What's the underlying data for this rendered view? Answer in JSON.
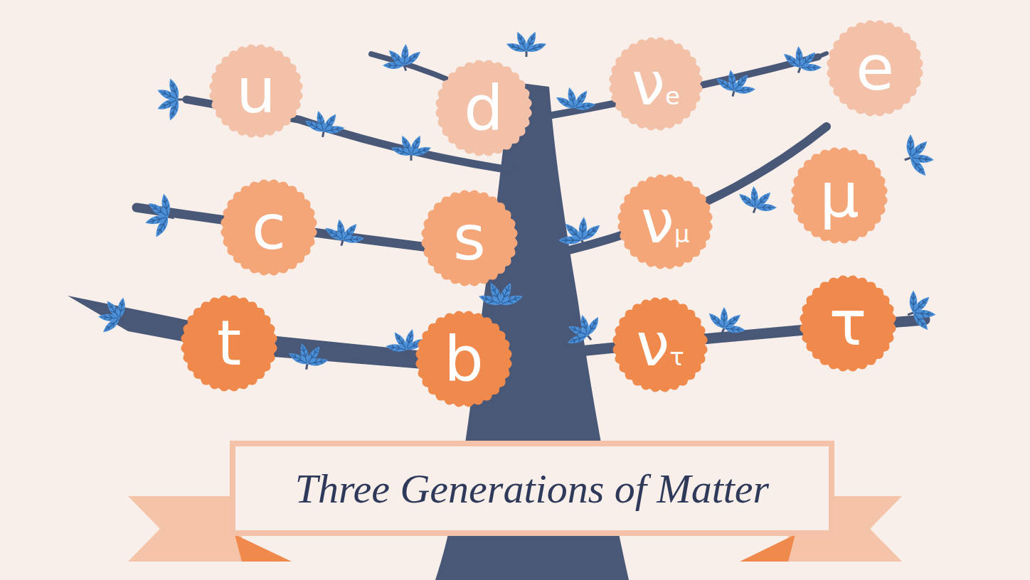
{
  "diagram": {
    "title": "Three Generations of Matter",
    "nodes": [
      {
        "text": [
          "u"
        ]
      },
      {
        "text": [
          "d"
        ]
      },
      {
        "text": [
          "νe"
        ]
      },
      {
        "text": [
          "e"
        ]
      },
      {
        "text": [
          "c"
        ]
      },
      {
        "text": [
          "s"
        ]
      },
      {
        "text": [
          "νμ"
        ]
      },
      {
        "text": [
          "μ"
        ]
      },
      {
        "text": [
          "t"
        ]
      },
      {
        "text": [
          "b"
        ]
      },
      {
        "text": [
          "ντ"
        ]
      },
      {
        "text": [
          "τ"
        ]
      }
    ]
  }
}
